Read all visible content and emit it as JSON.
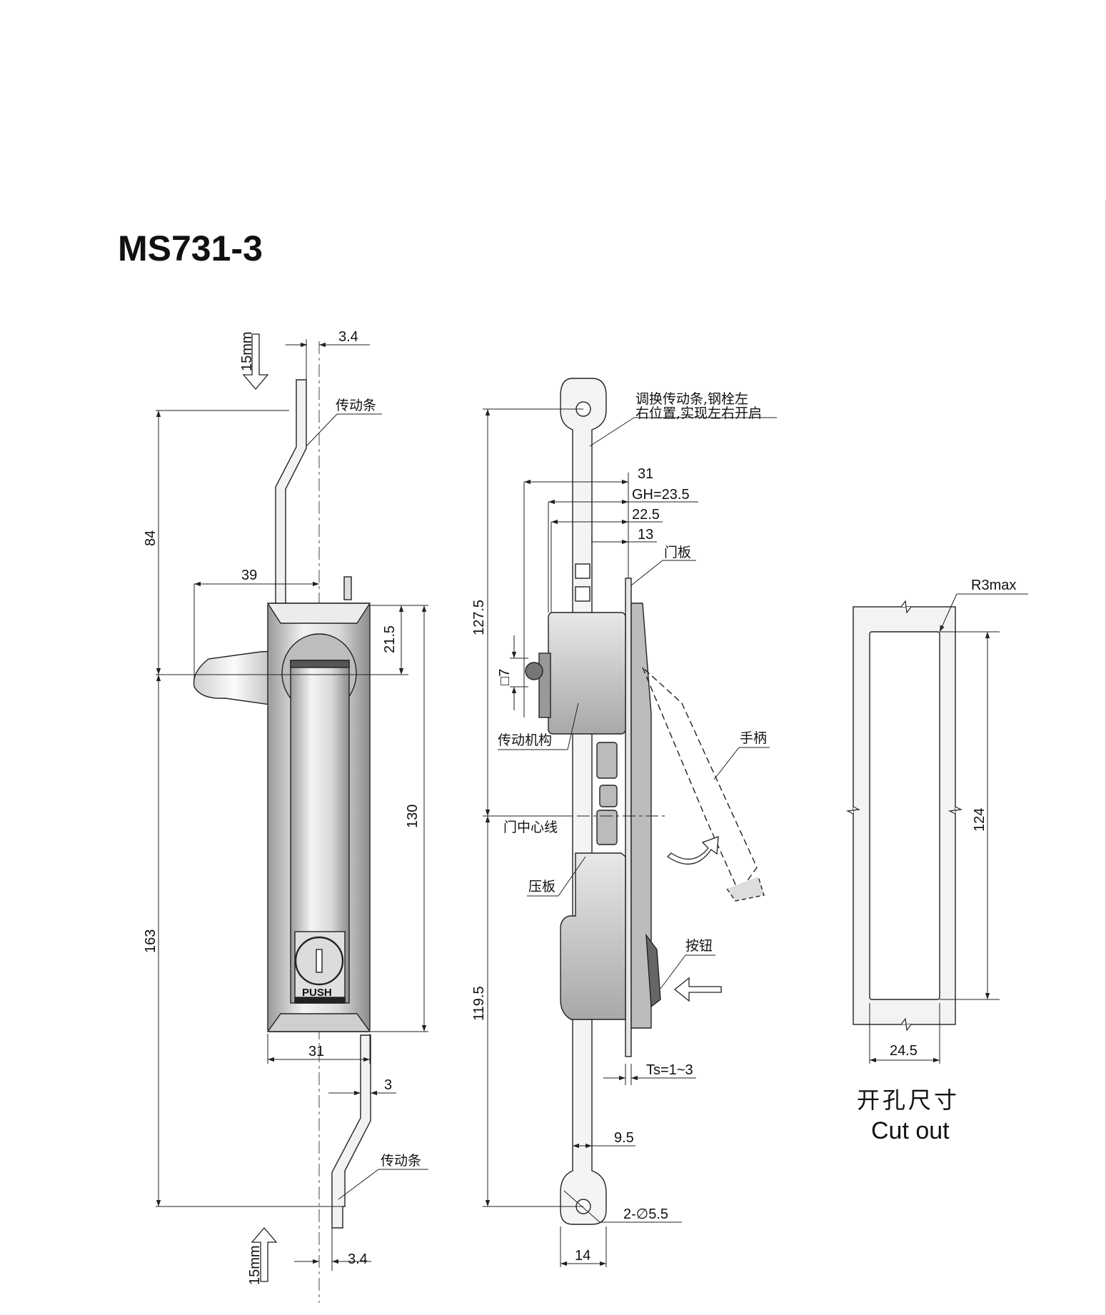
{
  "title": "MS731-3",
  "front_view": {
    "travel_top": "15mm",
    "travel_bottom": "15mm",
    "dim_top_rod_offset": "3.4",
    "dim_bottom_rod_offset": "3.4",
    "dim_upper_length": "84",
    "dim_lower_length": "163",
    "dim_handle_reach": "39",
    "dim_head_to_center": "21.5",
    "dim_body_height": "130",
    "dim_body_width": "31",
    "dim_rod_thickness": "3",
    "label_rod_top": "传动条",
    "label_rod_bottom": "传动条",
    "push_text": "PUSH"
  },
  "side_view": {
    "note_line1": "调换传动条,钢栓左",
    "note_line2": "右位置,实现左右开启",
    "dim_31": "31",
    "dim_gh": "GH=23.5",
    "dim_22_5": "22.5",
    "dim_13": "13",
    "label_door_panel": "门板",
    "dim_127_5": "127.5",
    "dim_square": "□7",
    "label_mechanism": "传动机构",
    "label_handle": "手柄",
    "label_door_center": "门中心线",
    "label_clamp_plate": "压板",
    "label_button": "按钮",
    "dim_119_5": "119.5",
    "dim_ts": "Ts=1~3",
    "dim_9_5": "9.5",
    "dim_holes": "2-∅5.5",
    "dim_14": "14"
  },
  "cutout": {
    "dim_radius": "R3max",
    "dim_height": "124",
    "dim_width": "24.5",
    "caption_cn": "开孔尺寸",
    "caption_en": "Cut out"
  }
}
